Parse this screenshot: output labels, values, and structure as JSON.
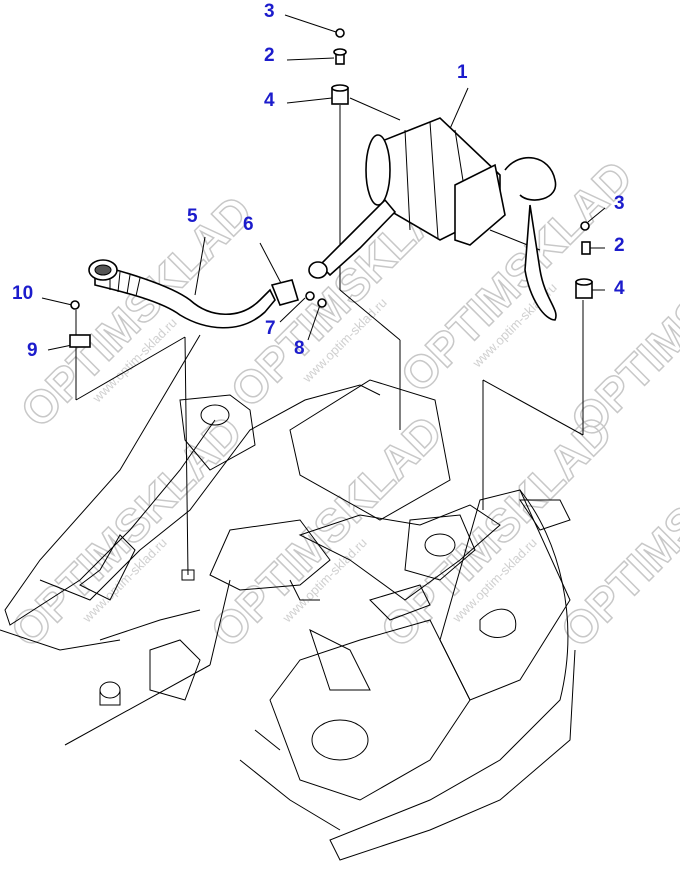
{
  "diagram": {
    "callouts": [
      {
        "id": "callout-3-top",
        "text": "3"
      },
      {
        "id": "callout-2-top",
        "text": "2"
      },
      {
        "id": "callout-4-top",
        "text": "4"
      },
      {
        "id": "callout-1",
        "text": "1"
      },
      {
        "id": "callout-5",
        "text": "5"
      },
      {
        "id": "callout-6",
        "text": "6"
      },
      {
        "id": "callout-7",
        "text": "7"
      },
      {
        "id": "callout-8",
        "text": "8"
      },
      {
        "id": "callout-10",
        "text": "10"
      },
      {
        "id": "callout-9",
        "text": "9"
      },
      {
        "id": "callout-3-right",
        "text": "3"
      },
      {
        "id": "callout-2-right",
        "text": "2"
      },
      {
        "id": "callout-4-right",
        "text": "4"
      }
    ],
    "label_color": "#1c1ccc"
  },
  "watermark": {
    "brand": "OPTIMSKLAD",
    "url": "www.optim-sklad.ru"
  }
}
